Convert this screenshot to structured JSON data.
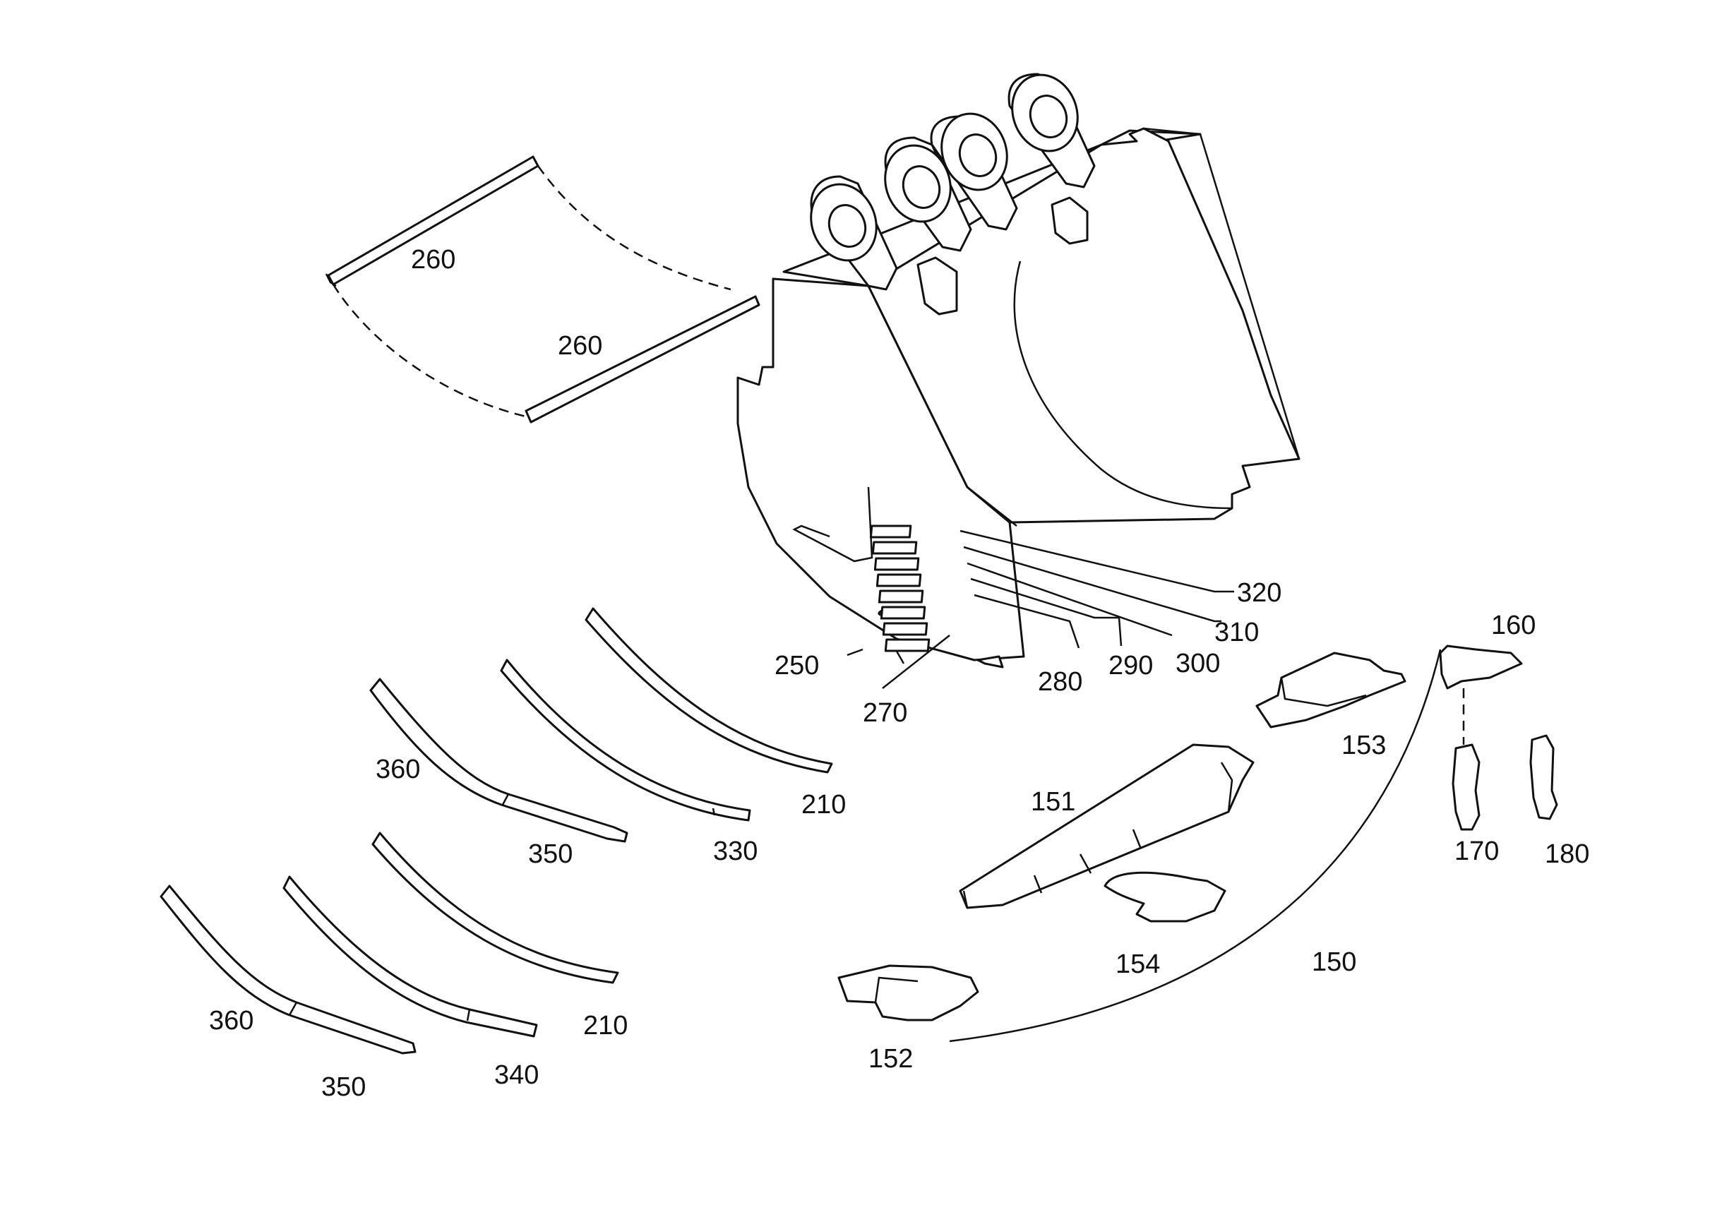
{
  "labels": {
    "p260a": "260",
    "p260b": "260",
    "p320": "320",
    "p310": "310",
    "p300": "300",
    "p290": "290",
    "p280": "280",
    "p270": "270",
    "p250": "250",
    "p160": "160",
    "p153": "153",
    "p151": "151",
    "p170": "170",
    "p180": "180",
    "p154": "154",
    "p150": "150",
    "p152": "152",
    "p210a": "210",
    "p330": "330",
    "p350a": "350",
    "p360a": "360",
    "p210b": "210",
    "p340": "340",
    "p350b": "350",
    "p360b": "360"
  },
  "colors": {
    "ink": "#111111",
    "paper": "#ffffff"
  }
}
